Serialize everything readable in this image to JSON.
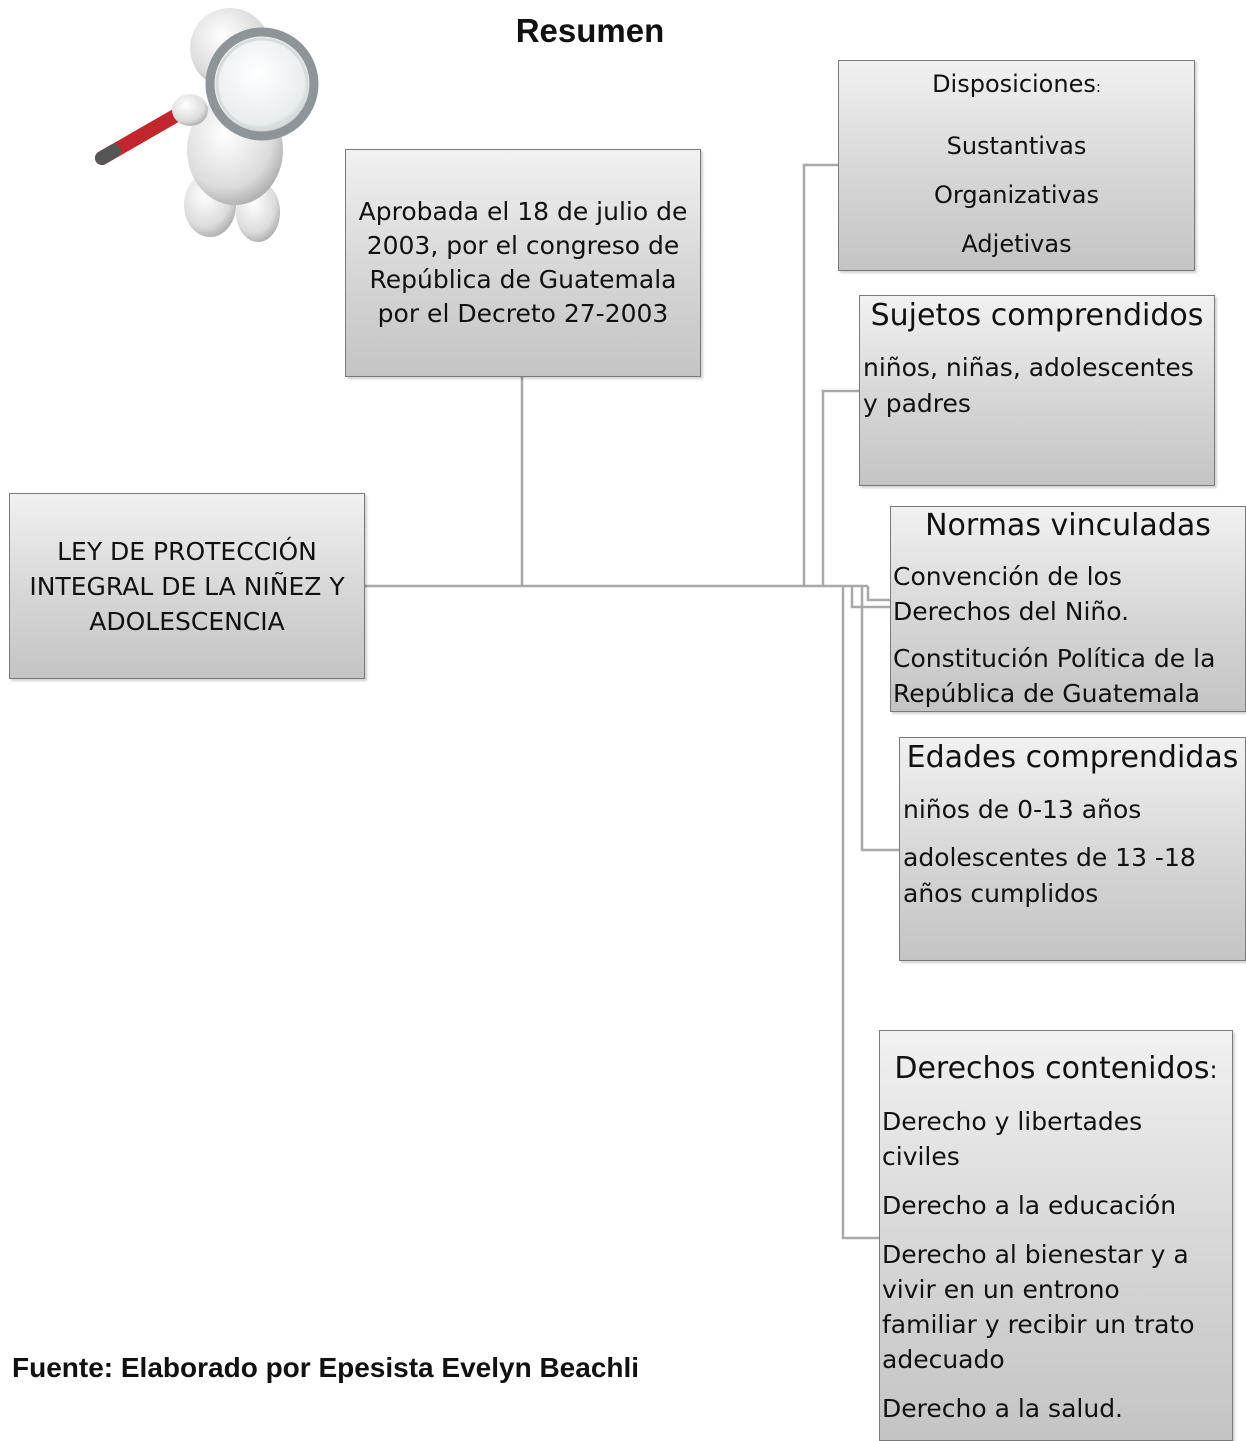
{
  "title": "Resumen",
  "footer": "Fuente: Elaborado por Epesista Evelyn Beachli",
  "main_node": "LEY DE PROTECCIÓN INTEGRAL DE LA NIÑEZ Y ADOLESCENCIA",
  "approval_node": "Aprobada el 18 de julio de 2003, por el congreso de República de Guatemala por el Decreto 27-2003",
  "disposiciones": {
    "heading": "Disposiciones",
    "colon": ":",
    "items": [
      "Sustantivas",
      "Organizativas",
      "Adjetivas"
    ]
  },
  "sujetos": {
    "heading": "Sujetos comprendidos",
    "items": [
      "niños, niñas, adolescentes y padres"
    ]
  },
  "normas": {
    "heading": "Normas vinculadas",
    "items": [
      "Convención de los Derechos del Niño.",
      "Constitución Política de la República de Guatemala"
    ]
  },
  "edades": {
    "heading": "Edades comprendidas",
    "items": [
      "niños de 0-13 años",
      "adolescentes de 13 -18 años cumplidos"
    ]
  },
  "derechos": {
    "heading": "Derechos contenidos",
    "colon": ":",
    "items": [
      "Derecho y libertades civiles",
      "Derecho a la educación",
      "Derecho al bienestar y a vivir en un entrono familiar y recibir un trato adecuado",
      "Derecho a la salud."
    ]
  },
  "colors": {
    "box_top": "#f1f1f1",
    "box_bottom": "#c4c4c4",
    "connector": "#a8a8a8"
  }
}
